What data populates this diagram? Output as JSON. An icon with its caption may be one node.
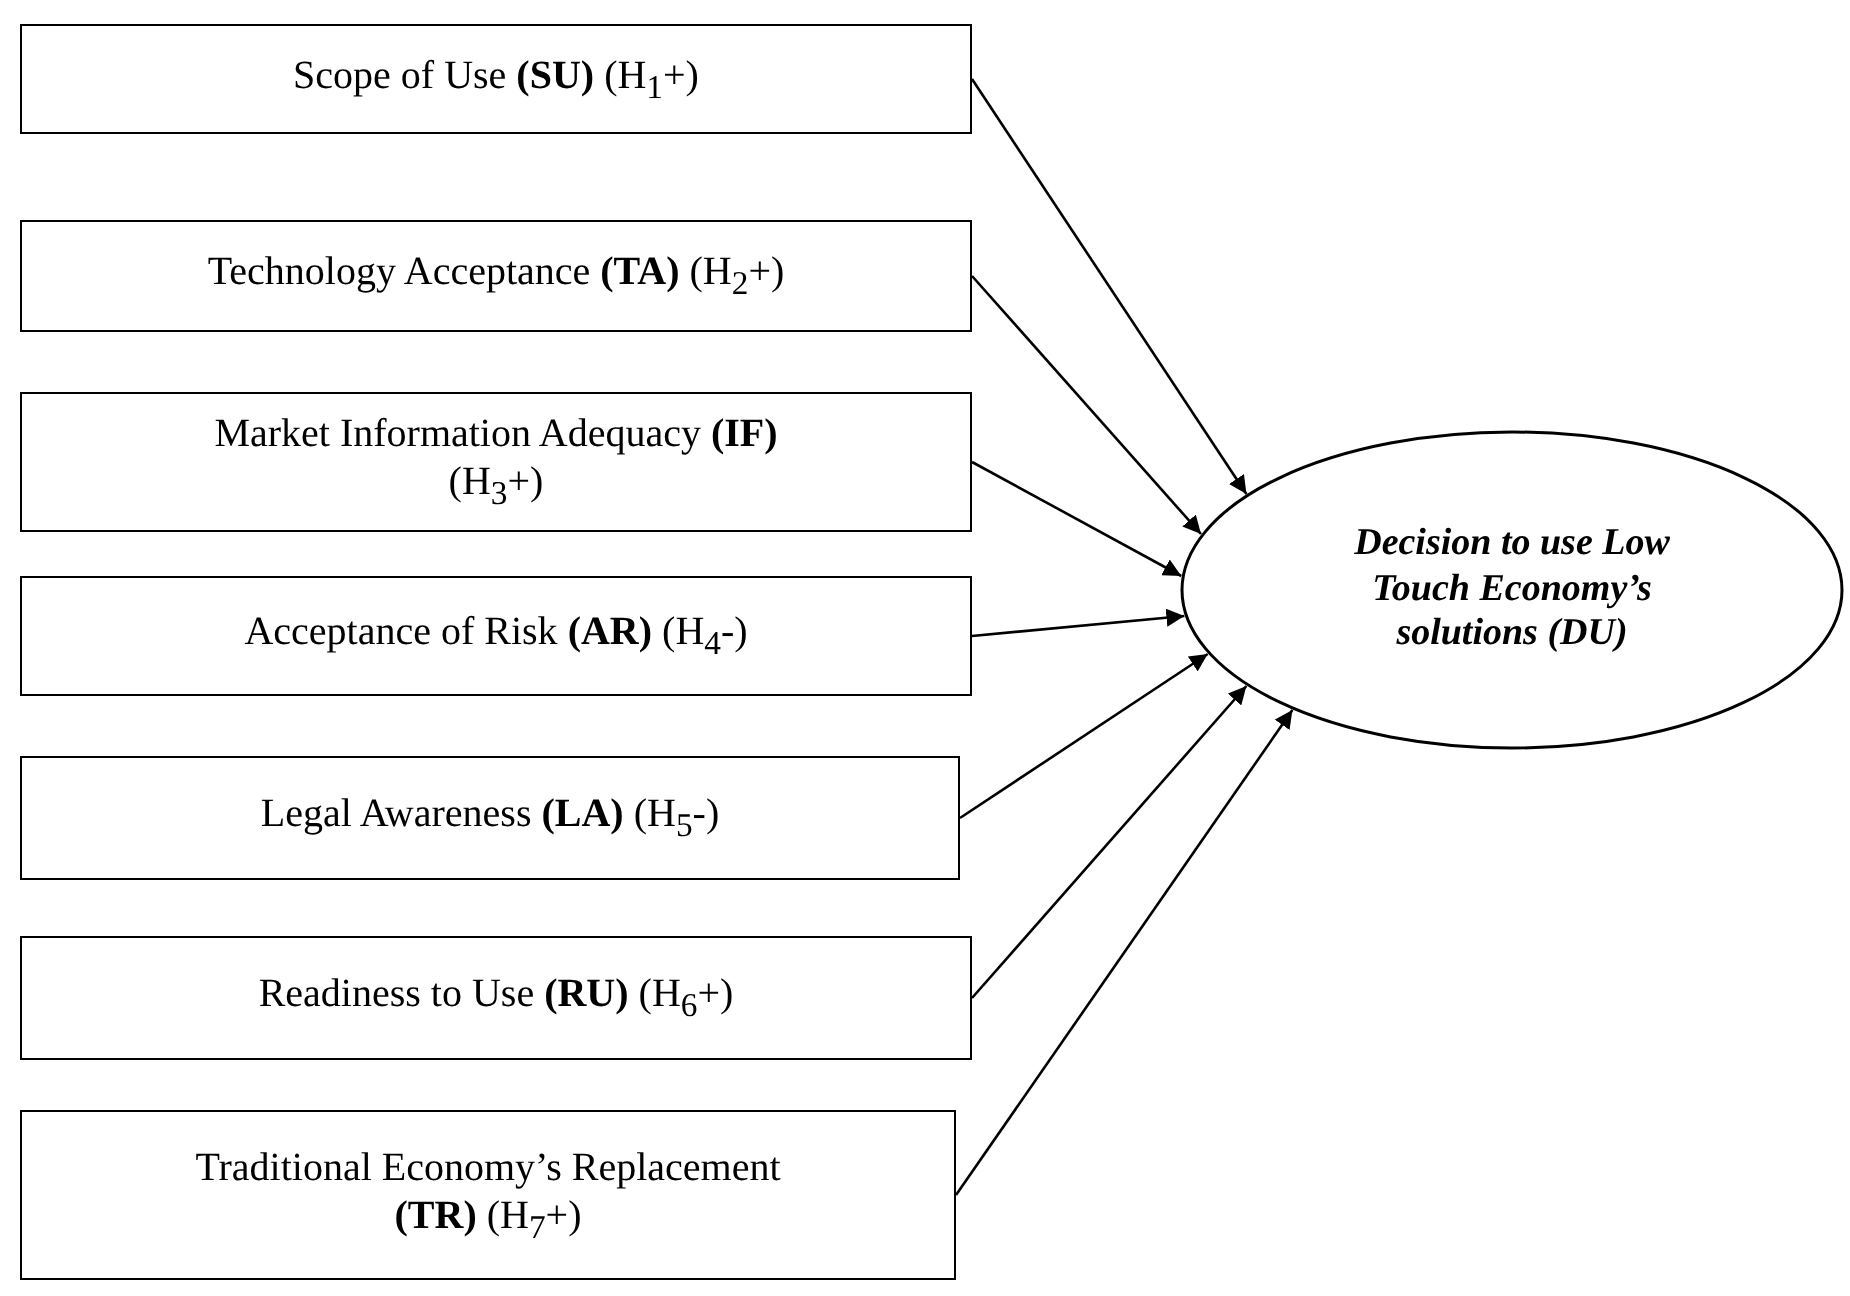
{
  "diagram": {
    "nodes": [
      {
        "text": [
          "Scope of Use **(SU)** (H$_{1}$+)"
        ]
      },
      {
        "text": [
          "Technology Acceptance **(TA)** (H$_{2}$+)"
        ]
      },
      {
        "text": [
          "Market Information Adequacy **(IF)** (H$_{3}$+)"
        ]
      },
      {
        "text": [
          "Acceptance of Risk **(AR)** (H$_{4}$-)"
        ]
      },
      {
        "text": [
          "Legal Awareness **(LA)** (H$_{5}$-)"
        ]
      },
      {
        "text": [
          "Readiness to Use **(RU)** (H$_{6}$+)"
        ]
      },
      {
        "text": [
          "Traditional Economy’s Replacement **(TR)** (H$_{7}$+)"
        ]
      },
      {
        "text": [
          "Decision to use Low Touch Economy’s solutions (DU)"
        ]
      }
    ],
    "edges": [
      {
        "from": 0,
        "to": 7,
        "arrow": "to"
      },
      {
        "from": 1,
        "to": 7,
        "arrow": "to"
      },
      {
        "from": 2,
        "to": 7,
        "arrow": "to"
      },
      {
        "from": 3,
        "to": 7,
        "arrow": "to"
      },
      {
        "from": 4,
        "to": 7,
        "arrow": "to"
      },
      {
        "from": 5,
        "to": 7,
        "arrow": "to"
      },
      {
        "from": 6,
        "to": 7,
        "arrow": "to"
      }
    ]
  }
}
